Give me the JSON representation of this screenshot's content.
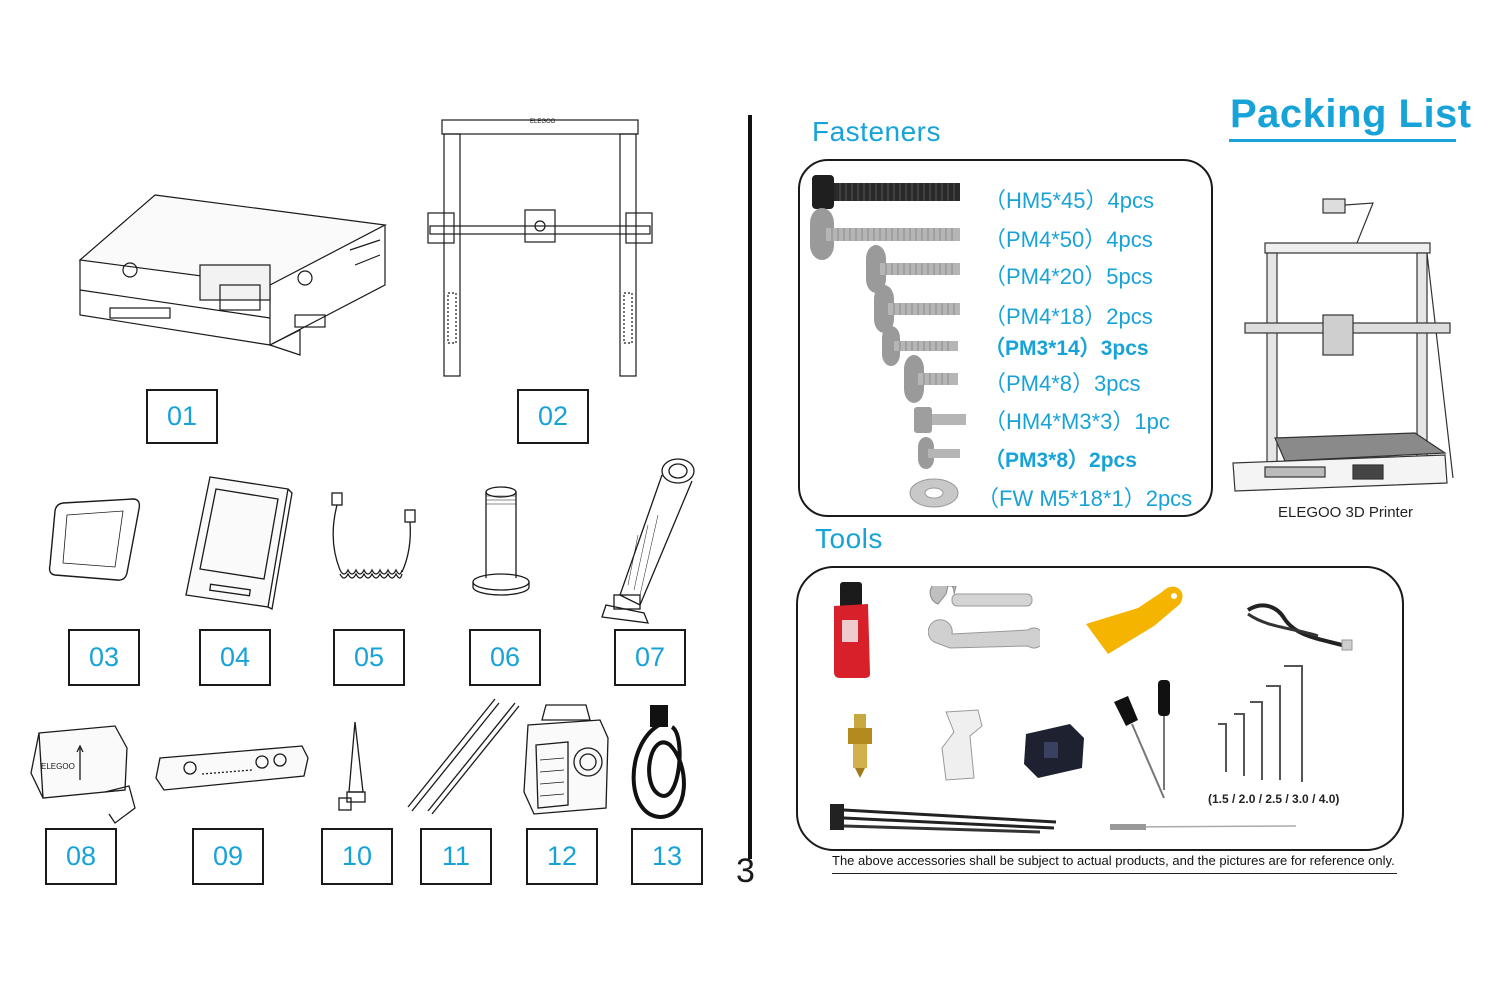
{
  "page_number": "3",
  "packing_list_title": "Packing List",
  "parts": [
    {
      "id": "part-01",
      "label": "01"
    },
    {
      "id": "part-02",
      "label": "02"
    },
    {
      "id": "part-03",
      "label": "03"
    },
    {
      "id": "part-04",
      "label": "04"
    },
    {
      "id": "part-05",
      "label": "05"
    },
    {
      "id": "part-06",
      "label": "06"
    },
    {
      "id": "part-07",
      "label": "07"
    },
    {
      "id": "part-08",
      "label": "08"
    },
    {
      "id": "part-09",
      "label": "09"
    },
    {
      "id": "part-10",
      "label": "10"
    },
    {
      "id": "part-11",
      "label": "11"
    },
    {
      "id": "part-12",
      "label": "12"
    },
    {
      "id": "part-13",
      "label": "13"
    }
  ],
  "frame_brand": "ELEGOO",
  "fasteners": {
    "title": "Fasteners",
    "items": [
      "（HM5*45）4pcs",
      "（PM4*50）4pcs",
      "（PM4*20）5pcs",
      "（PM4*18）2pcs",
      "（PM3*14）3pcs",
      "（PM4*8）3pcs",
      "（HM4*M3*3）1pc",
      "（PM3*8）2pcs",
      "（FW M5*18*1）2pcs"
    ]
  },
  "tools": {
    "title": "Tools",
    "hex_key_sizes": "(1.5 / 2.0 / 2.5 / 3.0 / 4.0)"
  },
  "printer_caption": "ELEGOO 3D Printer",
  "disclaimer": "The above accessories shall be subject to actual products, and the pictures are for reference only.",
  "colors": {
    "accent": "#18a3d8",
    "line": "#1a1a1a",
    "usb_red": "#d8202a",
    "scraper_yellow": "#f5b400"
  }
}
